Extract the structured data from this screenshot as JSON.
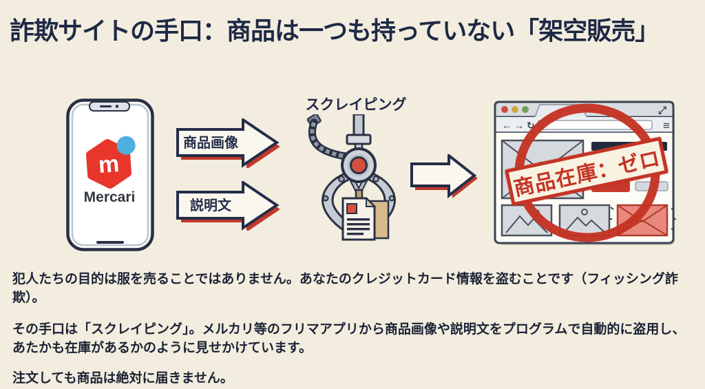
{
  "colors": {
    "background": "#f2edde",
    "ink": "#1e2945",
    "accent_red": "#c43425",
    "mercari_red": "#e8362a",
    "mercari_blue": "#4fb0e0"
  },
  "header": {
    "title": "詐欺サイトの手口：商品は一つも持っていない「架空販売」"
  },
  "diagram": {
    "phone": {
      "logo_letter": "m",
      "brand": "Mercari"
    },
    "arrows": {
      "product_image_label": "商品画像",
      "description_label": "説明文"
    },
    "scraper": {
      "label": "スクレイピング"
    },
    "browser": {
      "back_icon": "←",
      "forward_icon": "→",
      "refresh_icon": "↻",
      "menu_icon": "≡",
      "expand_icon": "⤢",
      "stamp_text": "商品在庫：ゼロ"
    }
  },
  "body_text": {
    "p1": "犯人たちの目的は服を売ることではありません。あなたのクレジットカード情報を盗むことです（フィッシング詐欺）。",
    "p2": "その手口は「スクレイピング」。メルカリ等のフリマアプリから商品画像や説明文をプログラムで自動的に盗用し、あたかも在庫があるかのように見せかけています。",
    "p3": "注文しても商品は絶対に届きません。"
  }
}
